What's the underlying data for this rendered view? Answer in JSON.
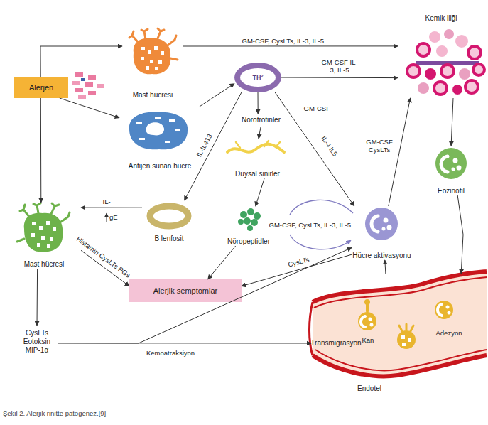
{
  "diagram": {
    "caption": "Şekil 2. Alerjik rinitte patogenez.[9]",
    "nodes": [
      {
        "text": [
          "Alerjen"
        ]
      },
      {
        "text": [
          "Mast hücresi"
        ]
      },
      {
        "text": [
          "TH²"
        ]
      },
      {
        "text": [
          "Kemik iliği"
        ]
      },
      {
        "text": [
          "Antijen sunan hücre"
        ]
      },
      {
        "text": [
          "Nörotrofinler"
        ]
      },
      {
        "text": [
          "Duysal sinirler"
        ]
      },
      {
        "text": [
          "Eozinofil"
        ]
      },
      {
        "text": [
          "Mast hücresi"
        ]
      },
      {
        "text": [
          "B lenfosit"
        ]
      },
      {
        "text": [
          "Nöropeptidler"
        ]
      },
      {
        "text": [
          "Hücre aktivasyonu"
        ]
      },
      {
        "text": [
          "Alerjik semptomlar"
        ]
      },
      {
        "text": [
          "CysLTs Eotoksin MIP-1α"
        ]
      },
      {
        "text": [
          "Endotel"
        ]
      },
      {
        "text": [
          "Transmigrasyon"
        ],
        "in": 14
      }
    ],
    "edges": [
      {
        "from": 0,
        "to": 1,
        "arrow": "to"
      },
      {
        "from": 0,
        "to": 4,
        "arrow": "to"
      },
      {
        "from": 0,
        "to": 8,
        "arrow": "to"
      },
      {
        "from": 1,
        "to": 3,
        "label": "GM-CSF, CysLTs, IL-3, IL-5",
        "arrow": "to"
      },
      {
        "from": 4,
        "to": 2,
        "arrow": "to"
      },
      {
        "from": 2,
        "to": 3,
        "label": "GM-CSF IL-3, IL-5",
        "arrow": "to"
      },
      {
        "from": 2,
        "to": 5,
        "arrow": "to"
      },
      {
        "from": 2,
        "to": 9,
        "label": "IL-IL413",
        "arrow": "to"
      },
      {
        "from": 2,
        "to": 11,
        "label": "IL-4 IL5",
        "arrow": "to"
      },
      {
        "from": 5,
        "to": 6,
        "arrow": "to"
      },
      {
        "from": 6,
        "to": 10,
        "arrow": "to"
      },
      {
        "from": 9,
        "to": 8,
        "label": "IL-",
        "arrow": "to"
      },
      {
        "from": 8,
        "to": 12,
        "label": "Histamin CysLTs PGs",
        "arrow": "to"
      },
      {
        "from": 10,
        "to": 12,
        "arrow": "to"
      },
      {
        "from": 8,
        "to": 13,
        "arrow": "to"
      },
      {
        "from": 13,
        "to": 15,
        "label": "Kemoatraksiyon",
        "arrow": "to"
      },
      {
        "from": 13,
        "to": 11,
        "arrow": "to"
      },
      {
        "from": 11,
        "to": 12,
        "label": "CysLTs",
        "arrow": "to"
      },
      {
        "from": 11,
        "to": 3,
        "label": "GM-CSF CysLTs",
        "arrow": "to"
      },
      {
        "from": 3,
        "to": 7,
        "arrow": "to"
      },
      {
        "from": 7,
        "to": 14,
        "arrow": "to"
      },
      {
        "from": 14,
        "to": 11,
        "arrow": "to"
      }
    ],
    "labels": [
      "GM-CSF",
      "gE",
      "GM-CSF, CysLTs, IL-3, IL-5",
      "Kan",
      "Adezyon"
    ]
  }
}
